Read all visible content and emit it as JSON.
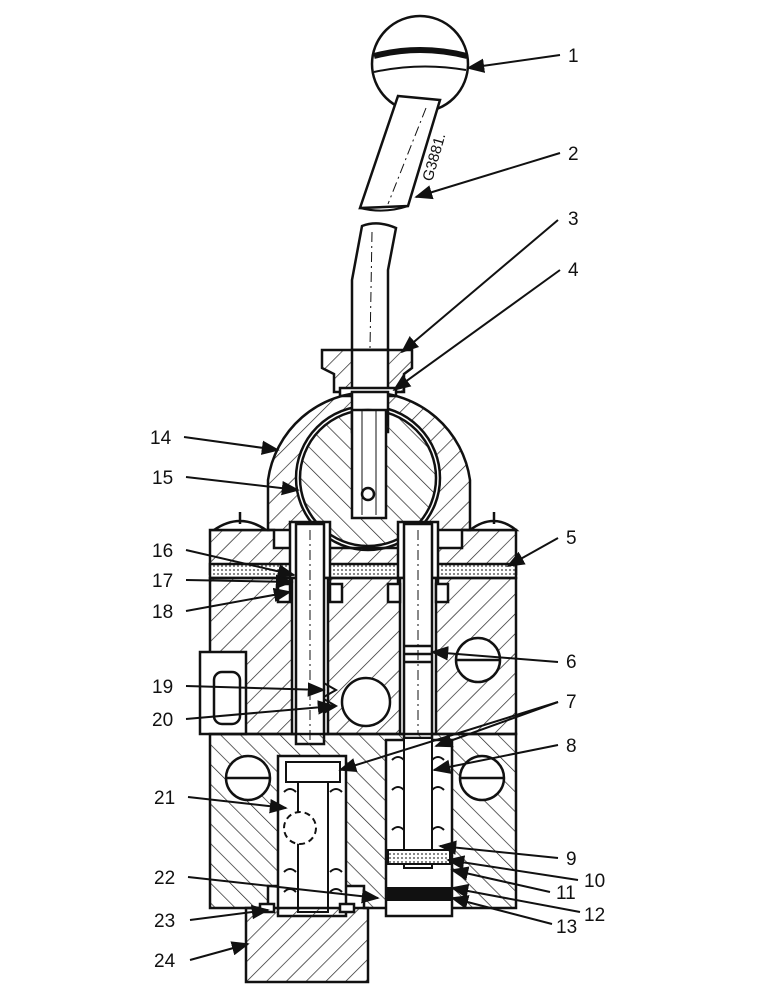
{
  "drawing_code": "G3881.",
  "callouts": [
    {
      "id": 1,
      "text": "1"
    },
    {
      "id": 2,
      "text": "2"
    },
    {
      "id": 3,
      "text": "3"
    },
    {
      "id": 4,
      "text": "4"
    },
    {
      "id": 5,
      "text": "5"
    },
    {
      "id": 6,
      "text": "6"
    },
    {
      "id": 7,
      "text": "7"
    },
    {
      "id": 8,
      "text": "8"
    },
    {
      "id": 9,
      "text": "9"
    },
    {
      "id": 10,
      "text": "10"
    },
    {
      "id": 11,
      "text": "11"
    },
    {
      "id": 12,
      "text": "12"
    },
    {
      "id": 13,
      "text": "13"
    },
    {
      "id": 14,
      "text": "14"
    },
    {
      "id": 15,
      "text": "15"
    },
    {
      "id": 16,
      "text": "16"
    },
    {
      "id": 17,
      "text": "17"
    },
    {
      "id": 18,
      "text": "18"
    },
    {
      "id": 19,
      "text": "19"
    },
    {
      "id": 20,
      "text": "20"
    },
    {
      "id": 21,
      "text": "21"
    },
    {
      "id": 22,
      "text": "22"
    },
    {
      "id": 23,
      "text": "23"
    },
    {
      "id": 24,
      "text": "24"
    }
  ]
}
